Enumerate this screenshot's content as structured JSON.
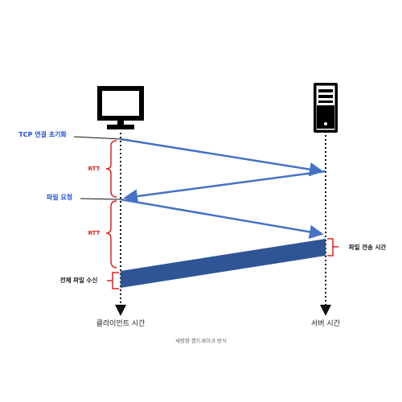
{
  "labels": {
    "tcp_init": "TCP 연결 초기화",
    "rtt_1": "RTT",
    "file_request": "파일 요청",
    "rtt_2": "RTT",
    "full_file_receive": "전체 파일 수신",
    "file_transfer_time": "파일 전송 시간",
    "client_time": "클라이언트 시간",
    "server_time": "서버 시간",
    "caption": "세방향 핸드셰이크 방식"
  },
  "colors": {
    "arrow": "#4472c4",
    "transfer_band": "#2f5597",
    "brace": "#e02020",
    "label_blue": "#1f4fe0",
    "icon": "#000000"
  },
  "icons": {
    "client": "desktop-monitor-icon",
    "server": "server-tower-icon"
  }
}
